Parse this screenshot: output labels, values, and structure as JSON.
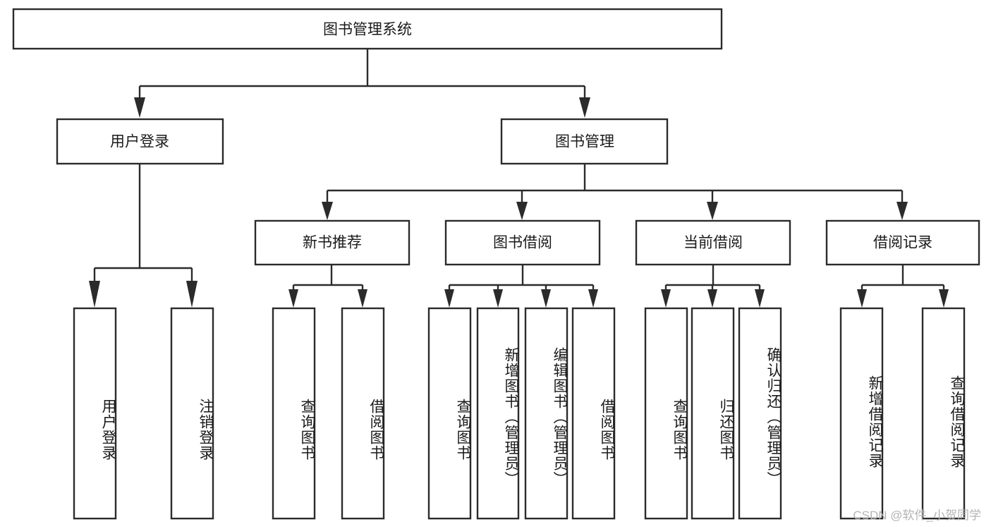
{
  "diagram": {
    "type": "tree",
    "title": "图书管理系统",
    "root": {
      "id": "root",
      "label": "图书管理系统",
      "orientation": "horizontal"
    },
    "level2": [
      {
        "id": "user-login",
        "label": "用户登录",
        "orientation": "horizontal"
      },
      {
        "id": "book-manage",
        "label": "图书管理",
        "orientation": "horizontal"
      }
    ],
    "level3": [
      {
        "id": "new-book-rec",
        "label": "新书推荐",
        "orientation": "horizontal",
        "parent": "book-manage"
      },
      {
        "id": "book-borrow",
        "label": "图书借阅",
        "orientation": "horizontal",
        "parent": "book-manage"
      },
      {
        "id": "current-borrow",
        "label": "当前借阅",
        "orientation": "horizontal",
        "parent": "book-manage"
      },
      {
        "id": "borrow-record",
        "label": "借阅记录",
        "orientation": "horizontal",
        "parent": "book-manage"
      }
    ],
    "leaves": [
      {
        "id": "leaf-user-login",
        "label": "用户登录",
        "orientation": "vertical",
        "parent": "user-login"
      },
      {
        "id": "leaf-user-logout",
        "label": "注销登录",
        "orientation": "vertical",
        "parent": "user-login"
      },
      {
        "id": "leaf-query-book-1",
        "label": "查询图书",
        "orientation": "vertical",
        "parent": "new-book-rec"
      },
      {
        "id": "leaf-borrow-book-1",
        "label": "借阅图书",
        "orientation": "vertical",
        "parent": "new-book-rec"
      },
      {
        "id": "leaf-query-book-2",
        "label": "查询图书",
        "orientation": "vertical",
        "parent": "book-borrow"
      },
      {
        "id": "leaf-add-book",
        "label": "新增图书（管理员）",
        "orientation": "vertical",
        "parent": "book-borrow"
      },
      {
        "id": "leaf-edit-book",
        "label": "编辑图书（管理员）",
        "orientation": "vertical",
        "parent": "book-borrow"
      },
      {
        "id": "leaf-borrow-book-2",
        "label": "借阅图书",
        "orientation": "vertical",
        "parent": "book-borrow"
      },
      {
        "id": "leaf-query-book-3",
        "label": "查询图书",
        "orientation": "vertical",
        "parent": "current-borrow"
      },
      {
        "id": "leaf-return-book",
        "label": "归还图书",
        "orientation": "vertical",
        "parent": "current-borrow"
      },
      {
        "id": "leaf-confirm-return",
        "label": "确认归还（管理员）",
        "orientation": "vertical",
        "parent": "current-borrow"
      },
      {
        "id": "leaf-add-record",
        "label": "新增借阅记录",
        "orientation": "vertical",
        "parent": "borrow-record"
      },
      {
        "id": "leaf-query-record",
        "label": "查询借阅记录",
        "orientation": "vertical",
        "parent": "borrow-record"
      }
    ],
    "colors": {
      "stroke": "#2b2b2b",
      "fill": "#ffffff",
      "text": "#1a1a1a",
      "watermark": "#b4b4b4",
      "background": "#ffffff"
    }
  },
  "watermark": {
    "text": "CSDN @软件_小贺同学"
  }
}
